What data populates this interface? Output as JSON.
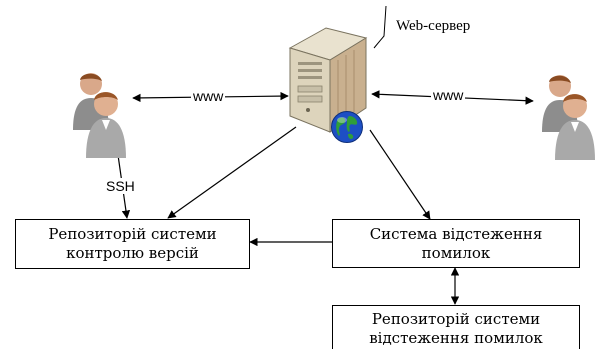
{
  "server": {
    "label": "Web-сервер",
    "icon": "server-icon",
    "globe_icon": "globe-icon"
  },
  "users": {
    "left_icon": "users-icon",
    "right_icon": "users-icon"
  },
  "connections": {
    "www_left": "www",
    "www_right": "www",
    "ssh": "SSH"
  },
  "boxes": {
    "vcs_repo": {
      "line1": "Репозиторій системи",
      "line2": "контролю версій"
    },
    "bug_tracker": {
      "line1": "Система відстеження",
      "line2": "помилок"
    },
    "bug_repo": {
      "line1": "Репозиторій системи",
      "line2": "відстеження помилок"
    }
  }
}
